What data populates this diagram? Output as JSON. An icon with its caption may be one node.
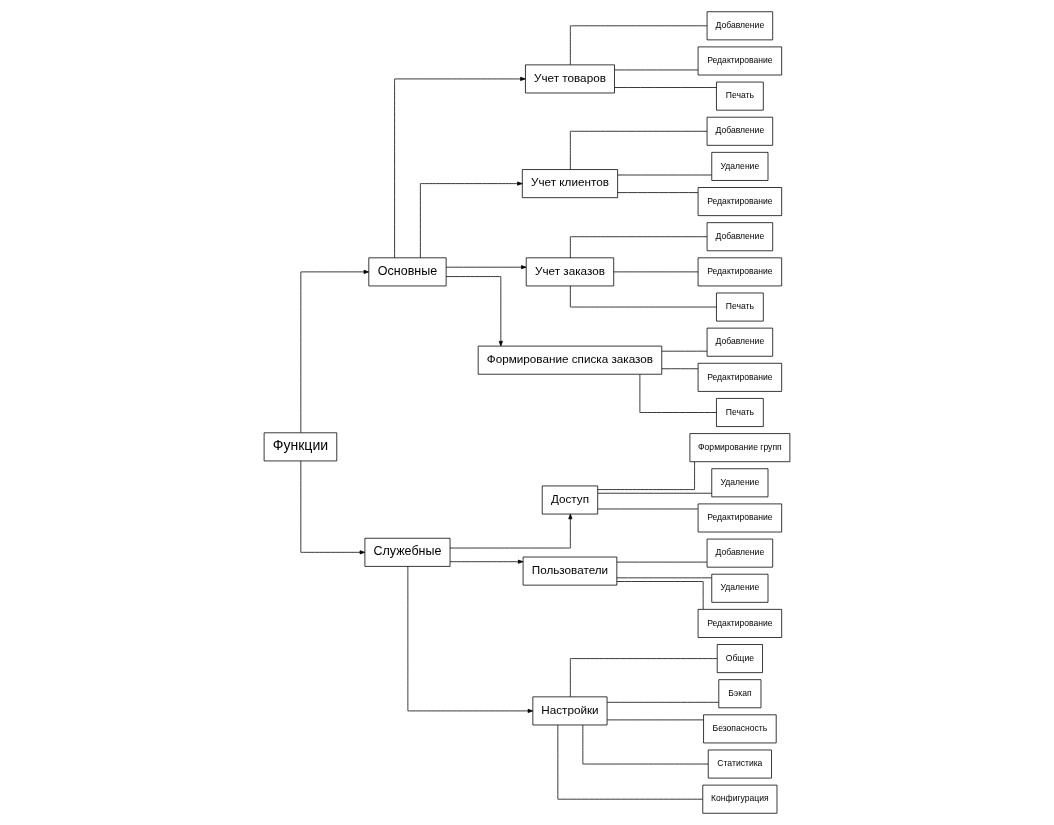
{
  "diagram": {
    "nodes": [
      {
        "text": [
          "Функции"
        ]
      },
      {
        "text": [
          "Основные"
        ]
      },
      {
        "text": [
          "Служебные"
        ]
      },
      {
        "text": [
          "Учет товаров"
        ]
      },
      {
        "text": [
          "Добавление"
        ]
      },
      {
        "text": [
          "Редактирование"
        ]
      },
      {
        "text": [
          "Печать"
        ]
      },
      {
        "text": [
          "Учет клиентов"
        ]
      },
      {
        "text": [
          "Добавление"
        ]
      },
      {
        "text": [
          "Удаление"
        ]
      },
      {
        "text": [
          "Редактирование"
        ]
      },
      {
        "text": [
          "Учет заказов"
        ]
      },
      {
        "text": [
          "Добавление"
        ]
      },
      {
        "text": [
          "Редактирование"
        ]
      },
      {
        "text": [
          "Печать"
        ]
      },
      {
        "text": [
          "Формирование списка заказов"
        ]
      },
      {
        "text": [
          "Добавление"
        ]
      },
      {
        "text": [
          "Редактирование"
        ]
      },
      {
        "text": [
          "Печать"
        ]
      },
      {
        "text": [
          "Доступ"
        ]
      },
      {
        "text": [
          "Формирование групп"
        ]
      },
      {
        "text": [
          "Удаление"
        ]
      },
      {
        "text": [
          "Редактирование"
        ]
      },
      {
        "text": [
          "Пользователи"
        ]
      },
      {
        "text": [
          "Добавление"
        ]
      },
      {
        "text": [
          "Удаление"
        ]
      },
      {
        "text": [
          "Редактирование"
        ]
      },
      {
        "text": [
          "Настройки"
        ]
      },
      {
        "text": [
          "Общие"
        ]
      },
      {
        "text": [
          "Бэкап"
        ]
      },
      {
        "text": [
          "Безопасность"
        ]
      },
      {
        "text": [
          "Статистика"
        ]
      },
      {
        "text": [
          "Конфигурация"
        ]
      }
    ],
    "edges": [
      {
        "from": 0,
        "to": 1,
        "arrow": "to"
      },
      {
        "from": 0,
        "to": 2,
        "arrow": "to"
      },
      {
        "from": 1,
        "to": 3,
        "arrow": "to"
      },
      {
        "from": 1,
        "to": 7,
        "arrow": "to"
      },
      {
        "from": 1,
        "to": 11,
        "arrow": "to"
      },
      {
        "from": 1,
        "to": 15,
        "arrow": "to"
      },
      {
        "from": 3,
        "to": 4,
        "arrow": "none"
      },
      {
        "from": 3,
        "to": 5,
        "arrow": "none"
      },
      {
        "from": 3,
        "to": 6,
        "arrow": "none"
      },
      {
        "from": 7,
        "to": 8,
        "arrow": "none"
      },
      {
        "from": 7,
        "to": 9,
        "arrow": "none"
      },
      {
        "from": 7,
        "to": 10,
        "arrow": "none"
      },
      {
        "from": 11,
        "to": 12,
        "arrow": "none"
      },
      {
        "from": 11,
        "to": 13,
        "arrow": "none"
      },
      {
        "from": 11,
        "to": 14,
        "arrow": "none"
      },
      {
        "from": 15,
        "to": 16,
        "arrow": "none"
      },
      {
        "from": 15,
        "to": 17,
        "arrow": "none"
      },
      {
        "from": 15,
        "to": 18,
        "arrow": "none"
      },
      {
        "from": 2,
        "to": 19,
        "arrow": "to"
      },
      {
        "from": 2,
        "to": 23,
        "arrow": "to"
      },
      {
        "from": 2,
        "to": 27,
        "arrow": "to"
      },
      {
        "from": 19,
        "to": 20,
        "arrow": "none"
      },
      {
        "from": 19,
        "to": 21,
        "arrow": "none"
      },
      {
        "from": 19,
        "to": 22,
        "arrow": "none"
      },
      {
        "from": 23,
        "to": 24,
        "arrow": "none"
      },
      {
        "from": 23,
        "to": 25,
        "arrow": "none"
      },
      {
        "from": 23,
        "to": 26,
        "arrow": "none"
      },
      {
        "from": 27,
        "to": 28,
        "arrow": "none"
      },
      {
        "from": 27,
        "to": 29,
        "arrow": "none"
      },
      {
        "from": 27,
        "to": 30,
        "arrow": "none"
      },
      {
        "from": 27,
        "to": 31,
        "arrow": "none"
      },
      {
        "from": 27,
        "to": 32,
        "arrow": "none"
      }
    ]
  }
}
